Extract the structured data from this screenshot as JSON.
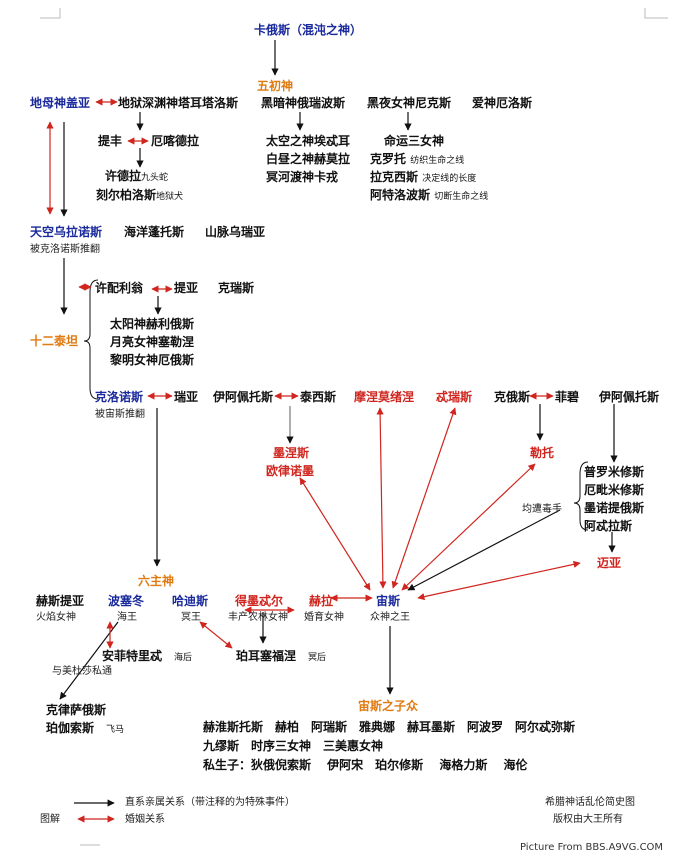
{
  "title": "卡俄斯（混沌之神）",
  "gen_five": "五初神",
  "gen_twelve": "十二泰坦",
  "gen_six": "六主神",
  "gen_zeus_children": "宙斯之子众",
  "n": {
    "gaia": "地母神盖亚",
    "tartarus": "地狱深渊神塔耳塔洛斯",
    "erebus": "黑暗神俄瑞波斯",
    "nyx": "黑夜女神尼克斯",
    "eros": "爱神厄洛斯",
    "typhon": "提丰",
    "echidna": "厄喀德拉",
    "hydra": "许德拉",
    "hydra_note": "九头蛇",
    "cerberus": "刻尔柏洛斯",
    "cerberus_note": "地狱犬",
    "aether": "太空之神埃忒耳",
    "hemera": "白昼之神赫莫拉",
    "charon": "冥河渡神卡戎",
    "moirai": "命运三女神",
    "clotho": "克罗托",
    "clotho_note": "纺织生命之线",
    "lachesis": "拉克西斯",
    "lachesis_note": "决定线的长度",
    "atropos": "阿特洛波斯",
    "atropos_note": "切断生命之线",
    "uranus": "天空乌拉诺斯",
    "uranus_note": "被克洛诺斯推翻",
    "pontus": "海洋蓬托斯",
    "ourea": "山脉乌瑞亚",
    "hyperion": "许配利翁",
    "theia": "提亚",
    "crius": "克瑞斯",
    "helios": "太阳神赫利俄斯",
    "selene": "月亮女神塞勒涅",
    "eos": "黎明女神厄俄斯",
    "cronus": "克洛诺斯",
    "cronus_note": "被宙斯推翻",
    "rhea": "瑞亚",
    "iapetus": "伊阿佩托斯",
    "themis": "泰西斯",
    "mnemosyne": "摩涅莫绪涅",
    "tethys": "忒瑞斯",
    "coeus": "克俄斯",
    "phoebe": "菲碧",
    "leto": "勒托",
    "iapetus2": "伊阿佩托斯",
    "muses": "墨涅斯",
    "eunomia": "欧律诺墨",
    "prometheus": "普罗米修斯",
    "epimetheus": "厄毗米修斯",
    "menoetius": "墨诺提俄斯",
    "atlas": "阿忒拉斯",
    "poison": "均遭毒手",
    "maia": "迈亚",
    "hestia": "赫斯提亚",
    "hestia_note": "火焰女神",
    "poseidon": "波塞冬",
    "poseidon_note": "海王",
    "hades": "哈迪斯",
    "hades_note": "冥王",
    "demeter": "得墨忒尔",
    "demeter_note": "丰产农林女神",
    "hera": "赫拉",
    "hera_note": "婚育女神",
    "zeus": "宙斯",
    "zeus_note": "众神之王",
    "amphitrite": "安菲特里忒",
    "amphitrite_note": "海后",
    "medusa_note": "与美杜莎私通",
    "persephone": "珀耳塞福涅",
    "persephone_note": "冥后",
    "chrysaor": "克律萨俄斯",
    "pegasus": "珀伽索斯",
    "pegasus_note": "飞马",
    "c_row1": "赫淮斯托斯　赫柏　阿瑞斯　雅典娜　赫耳墨斯　阿波罗　阿尔忒弥斯",
    "c_row2": "九缪斯　时序三女神　三美惠女神",
    "c_row3": "私生子：狄俄倪索斯　 伊阿宋　珀尔修斯　 海格力斯　 海伦"
  },
  "legend": {
    "label": "图解",
    "direct": "直系亲属关系（带注释的为特殊事件）",
    "marriage": "婚姻关系"
  },
  "footer": {
    "title": "希腊神话乱伦简史图",
    "copyright": "版权由大王所有",
    "source": "Picture From BBS.A9VG.COM"
  },
  "colors": {
    "kin": "#111111",
    "marriage": "#d0261f",
    "blue": "#1a2a9c",
    "orange": "#e07b12"
  }
}
